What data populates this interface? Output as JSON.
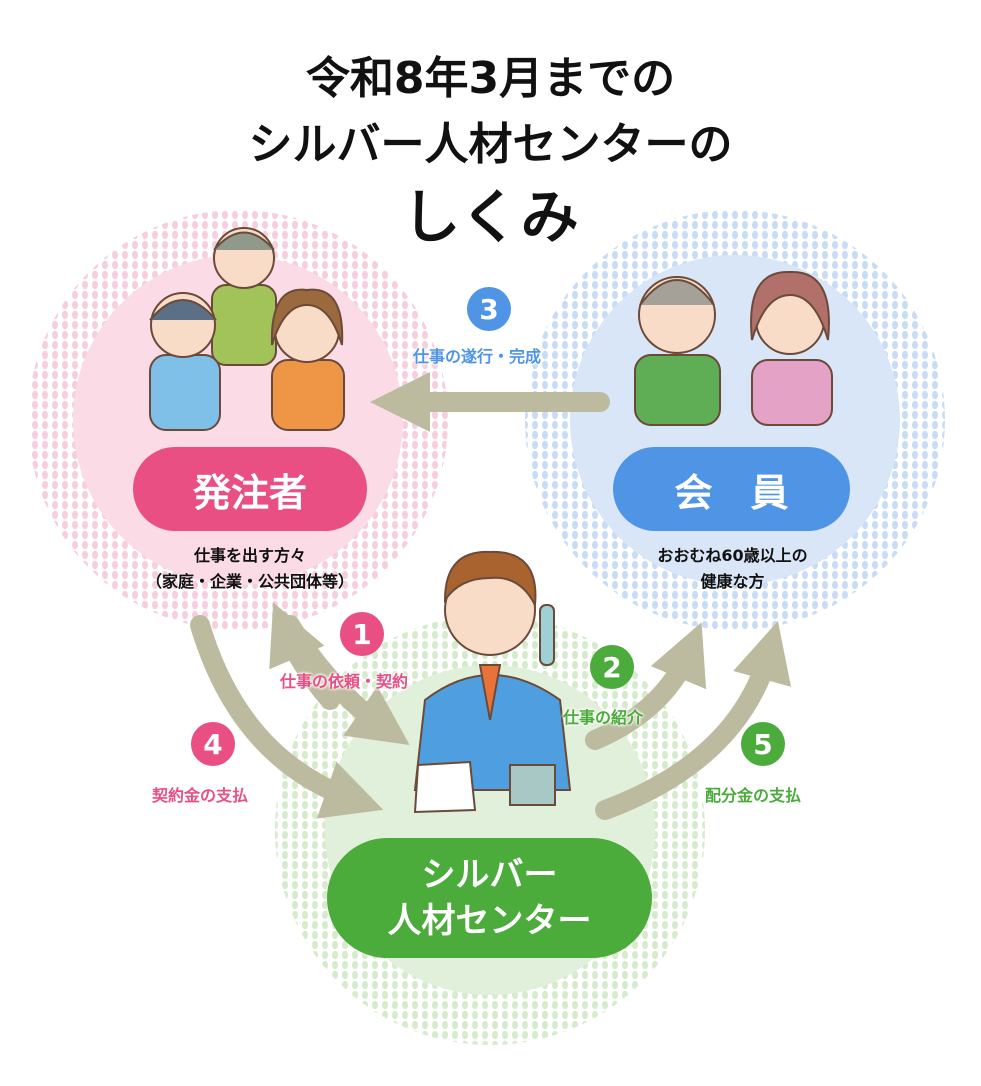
{
  "title": {
    "line1": "令和8年3月までの",
    "line2": "シルバー人材センターの",
    "line3": "しくみ"
  },
  "nodes": {
    "client": {
      "label": "発注者",
      "desc1": "仕事を出す方々",
      "desc2": "（家庭・企業・公共団体等）"
    },
    "member": {
      "label": "会　員",
      "desc1": "おおむね60歳以上の",
      "desc2": "健康な方"
    },
    "center": {
      "line1": "シルバー",
      "line2": "人材センター"
    }
  },
  "steps": [
    {
      "num": "1",
      "label": "仕事の依頼・契約"
    },
    {
      "num": "2",
      "label": "仕事の紹介"
    },
    {
      "num": "3",
      "label": "仕事の遂行・完成"
    },
    {
      "num": "4",
      "label": "契約金の支払"
    },
    {
      "num": "5",
      "label": "配分金の支払"
    }
  ],
  "colors": {
    "pink": "#e94f83",
    "blue": "#4f94e5",
    "green": "#4bab3b",
    "arrow": "#bcbb9f"
  }
}
